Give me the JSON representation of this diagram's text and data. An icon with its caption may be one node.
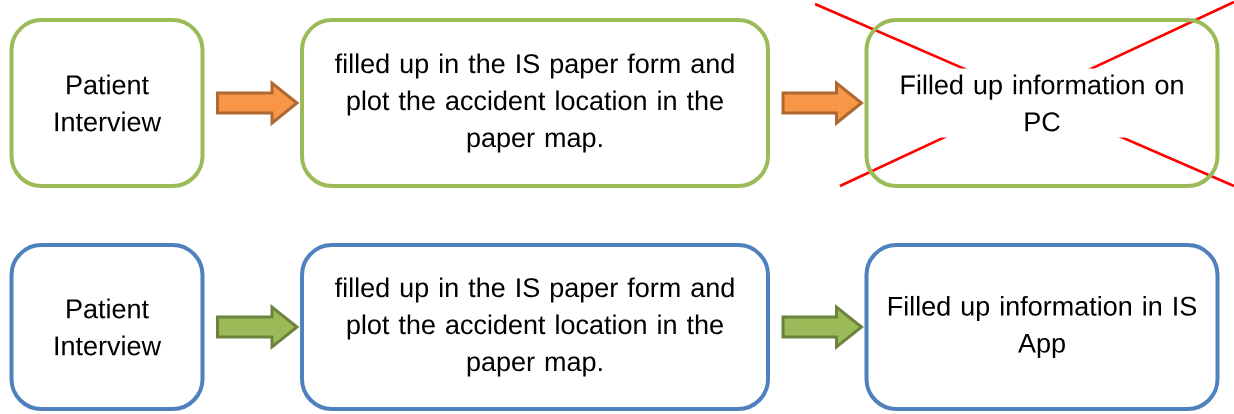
{
  "diagram": {
    "nodes": [
      {
        "text": [
          "Patient Interview"
        ]
      },
      {
        "text": [
          "filled up in the IS paper form and plot the accident location in the paper map."
        ]
      },
      {
        "text": [
          "Filled up information on PC"
        ]
      },
      {
        "text": [
          "Patient Interview"
        ]
      },
      {
        "text": [
          "filled up in the IS paper form and plot the accident location in the paper map."
        ]
      },
      {
        "text": [
          "Filled up information in IS App"
        ]
      }
    ],
    "edges": [
      {
        "from": 0,
        "to": 1,
        "arrow": "to",
        "style": "thick",
        "color": "#f79646"
      },
      {
        "from": 1,
        "to": 2,
        "arrow": "to",
        "style": "thick",
        "color": "#f79646"
      },
      {
        "from": 3,
        "to": 4,
        "arrow": "to",
        "style": "thick",
        "color": "#9bbb59"
      },
      {
        "from": 4,
        "to": 5,
        "arrow": "to",
        "style": "thick",
        "color": "#9bbb59"
      }
    ]
  }
}
